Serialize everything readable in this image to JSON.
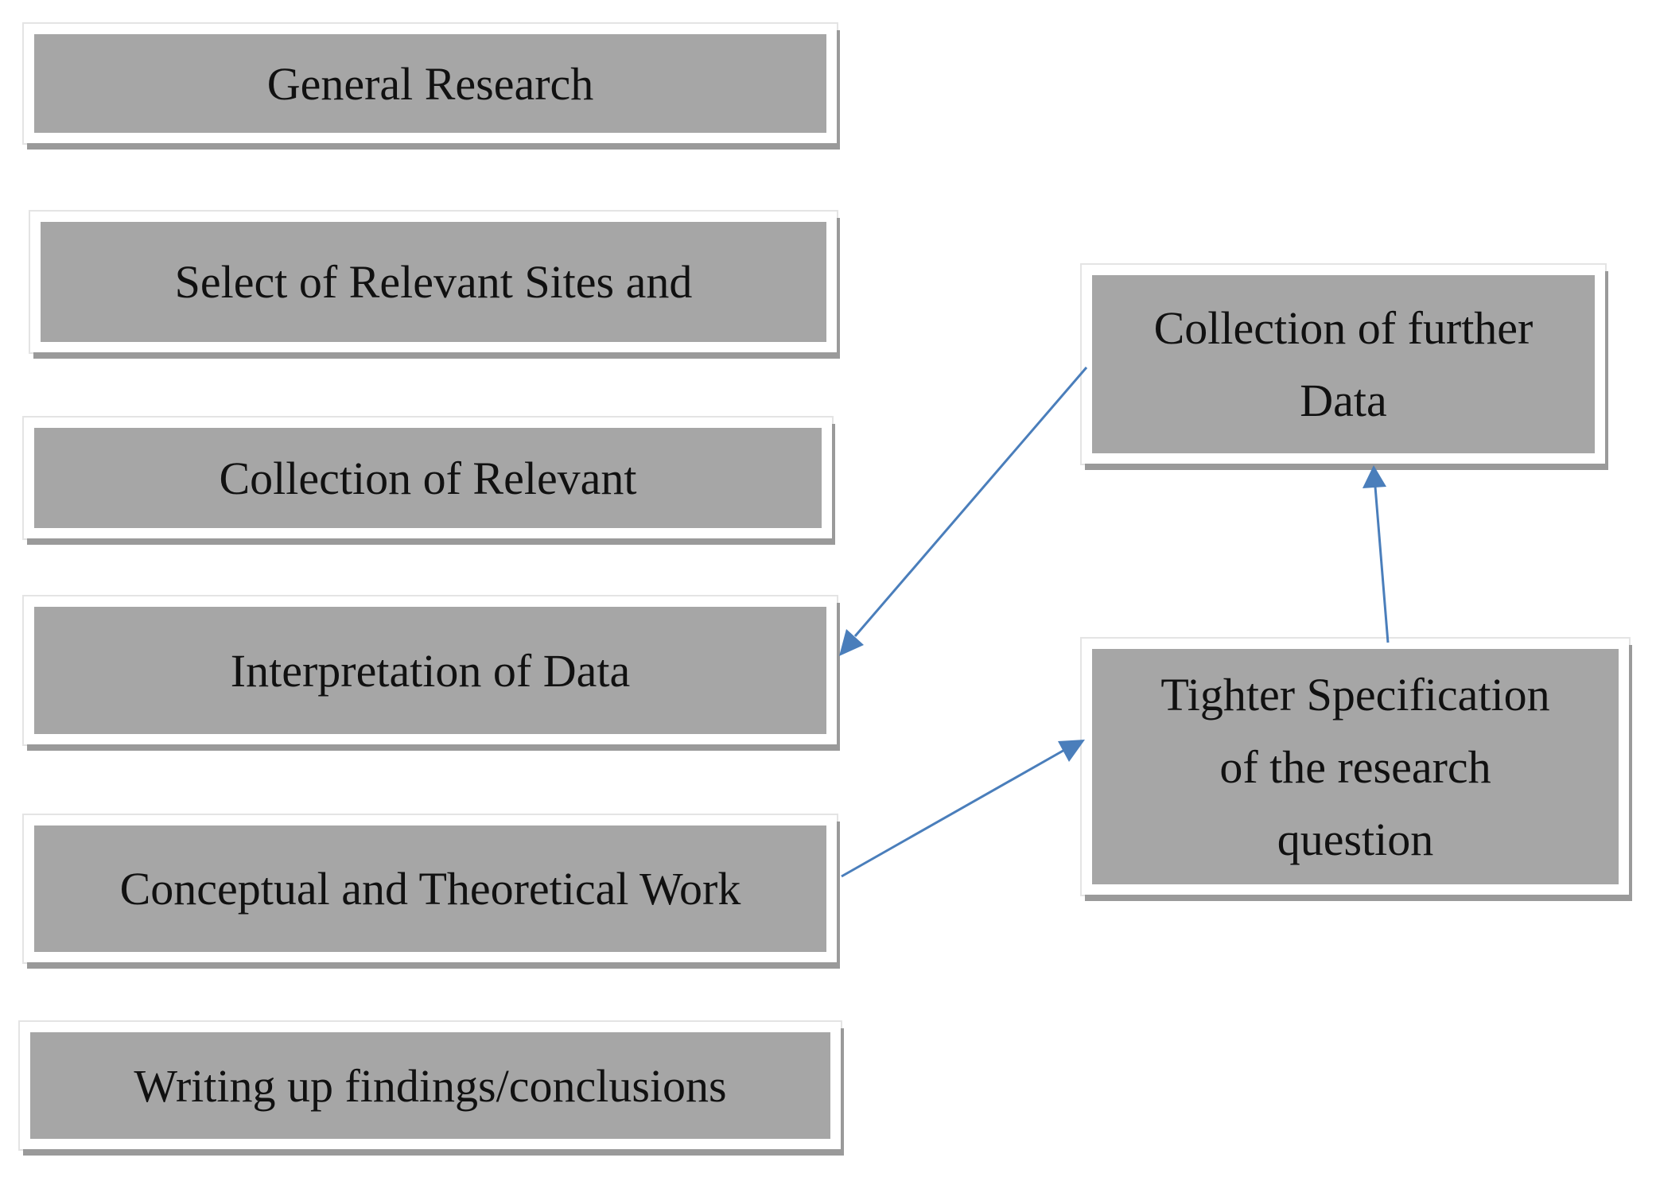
{
  "left_column": [
    {
      "id": "general-research",
      "label": "General Research"
    },
    {
      "id": "select-sites",
      "label": "Select of Relevant Sites and"
    },
    {
      "id": "collection-relevant",
      "label": "Collection of Relevant"
    },
    {
      "id": "interpretation",
      "label": "Interpretation of Data"
    },
    {
      "id": "conceptual-work",
      "label": "Conceptual and Theoretical Work"
    },
    {
      "id": "writing-up",
      "label": "Writing up findings/conclusions"
    }
  ],
  "right_column": [
    {
      "id": "further-data",
      "label": "Collection of further\nData"
    },
    {
      "id": "tighter-spec",
      "label": "Tighter Specification\nof the research\nquestion"
    }
  ],
  "connectors": [
    {
      "from": "conceptual-work",
      "to": "tighter-spec"
    },
    {
      "from": "tighter-spec",
      "to": "further-data"
    },
    {
      "from": "further-data",
      "to": "interpretation"
    }
  ],
  "colors": {
    "box_fill": "#a6a6a6",
    "arrow": "#4a7ebb"
  }
}
